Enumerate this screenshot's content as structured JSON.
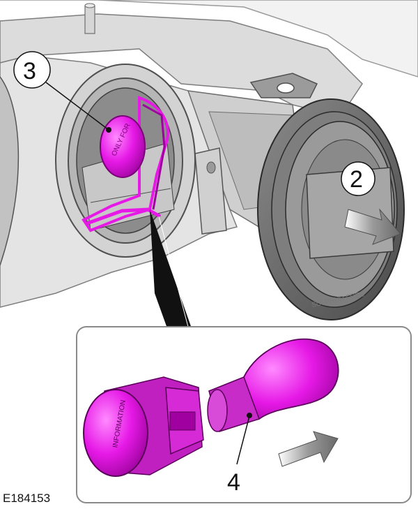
{
  "figure_id": "E184153",
  "callouts": [
    {
      "number": "2"
    },
    {
      "number": "3"
    },
    {
      "number": "4"
    }
  ],
  "cap_print": "SULPHUR FREE",
  "connector_print": "ONLY FOR INFORMATION",
  "colors": {
    "highlight": "#e619e6",
    "highlight_dark": "#a000a0",
    "grey_body": "#c8c8c8",
    "grey_dark": "#555555",
    "rubber": "#6e6e6e"
  }
}
